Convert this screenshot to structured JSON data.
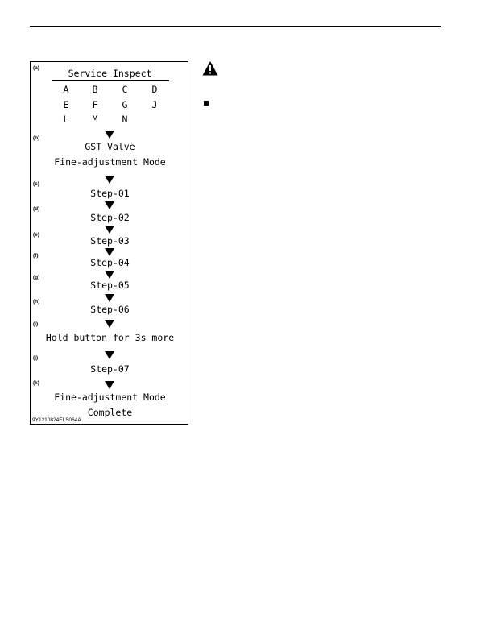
{
  "figure": {
    "panel_labels": [
      "(a)",
      "(b)",
      "(c)",
      "(d)",
      "(e)",
      "(f)",
      "(g)",
      "(h)",
      "(i)",
      "(j)",
      "(k)"
    ],
    "screen_a": {
      "title": "Service Inspect",
      "letters": [
        "A",
        "B",
        "C",
        "D",
        "E",
        "F",
        "G",
        "J",
        "L",
        "M",
        "N"
      ]
    },
    "screen_b": {
      "line1": "GST Valve",
      "line2": "Fine-adjustment Mode"
    },
    "steps": [
      "Step-01",
      "Step-02",
      "Step-03",
      "Step-04",
      "Step-05",
      "Step-06"
    ],
    "screen_i": "Hold button for 3s more",
    "screen_j": "Step-07",
    "screen_k": {
      "line1": "Fine-adjustment Mode",
      "line2": "Complete"
    },
    "code": "9Y1210824ELS064A"
  },
  "icons": {
    "warning": "warning-triangle-icon",
    "bullet": "bullet-square-icon"
  }
}
